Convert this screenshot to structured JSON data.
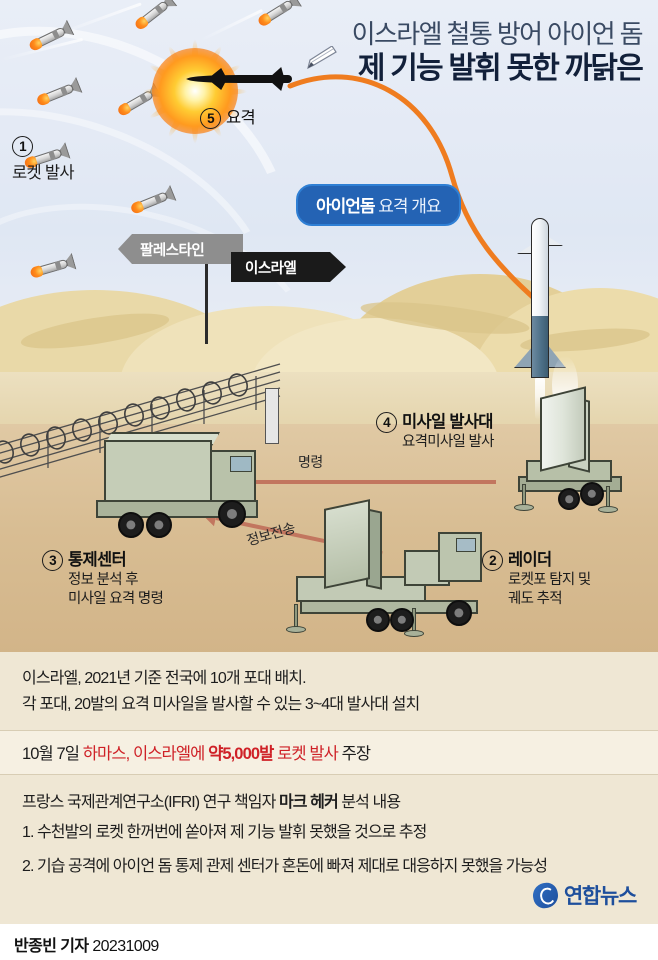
{
  "headline": {
    "line1": "이스라엘 철통 방어 아이언 돔",
    "line2": "제 기능 발휘 못한 까닭은"
  },
  "badge": {
    "strong": "아이언돔",
    "rest": " 요격 개요"
  },
  "signpost": {
    "left": "팔레스타인",
    "right": "이스라엘"
  },
  "steps": [
    {
      "num": "1",
      "title": "로켓 발사",
      "sub": []
    },
    {
      "num": "2",
      "title": "레이더",
      "sub": [
        "로켓포 탐지 및",
        "궤도 추적"
      ]
    },
    {
      "num": "3",
      "title": "통제센터",
      "sub": [
        "정보 분석 후",
        "미사일 요격 명령"
      ]
    },
    {
      "num": "4",
      "title": "미사일 발사대",
      "sub": [
        "요격미사일 발사"
      ]
    },
    {
      "num": "5",
      "title": "요격",
      "sub": []
    }
  ],
  "flows": {
    "command": "명령",
    "transmit": "정보전송"
  },
  "panel": {
    "facts": [
      "이스라엘, 2021년 기준 전국에 10개 포대 배치.",
      "각 포대, 20발의 요격 미사일을 발사할 수 있는 3~4대 발사대 설치"
    ],
    "claim": {
      "date": "10월 7일 ",
      "red1": "하마스, 이스라엘에 ",
      "red_bold": "약5,000발",
      "red2": " 로켓 발사 ",
      "tail": "주장"
    },
    "source": {
      "pre": "프랑스 국제관계연구소(IFRI) 연구 책임자 ",
      "bold": "마크 헤커",
      "post": " 분석 내용"
    },
    "points": [
      "1. 수천발의 로켓 한꺼번에 쏟아져 제 기능 발휘 못했을 것으로 추정",
      "2. 기습 공격에 아이언 돔 통제 관제 센터가 혼돈에 빠져 제대로 대응하지 못했을 가능성"
    ]
  },
  "logo": {
    "text": "연합뉴스"
  },
  "byline": {
    "reporter": "반종빈 기자",
    "date": "20231009"
  },
  "colors": {
    "accent_blue": "#2463b4",
    "red": "#cf2127",
    "headline_dark": "#12203a",
    "panel_bg": "#efe7d4"
  }
}
